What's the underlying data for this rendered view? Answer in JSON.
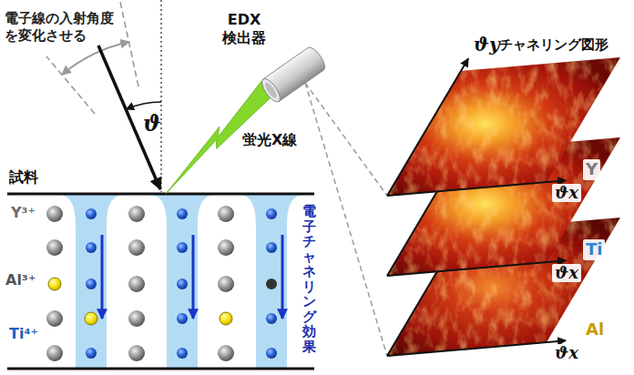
{
  "diagram": {
    "nodes": [
      {
        "text": [
          "試料"
        ]
      },
      {
        "text": [
          "EDX 検出器"
        ]
      },
      {
        "text": [
          "Y"
        ]
      },
      {
        "text": [
          "Ti"
        ]
      },
      {
        "text": [
          "Al"
        ]
      }
    ],
    "edges": [
      {
        "from": 0,
        "to": 1,
        "arrow": "none"
      },
      {
        "from": 1,
        "to": 2,
        "arrow": "none"
      },
      {
        "from": 1,
        "to": 4,
        "arrow": "none"
      }
    ],
    "labels": [
      "電子線の入射角度 を変化させる",
      "ϑ",
      "蛍光X線",
      "Y³⁺",
      "Al³⁺",
      "Ti⁴⁺",
      "電子チャネリング効果",
      "ϑy",
      "チャネリング図形",
      "ϑx",
      "ϑx",
      "ϑx"
    ]
  }
}
